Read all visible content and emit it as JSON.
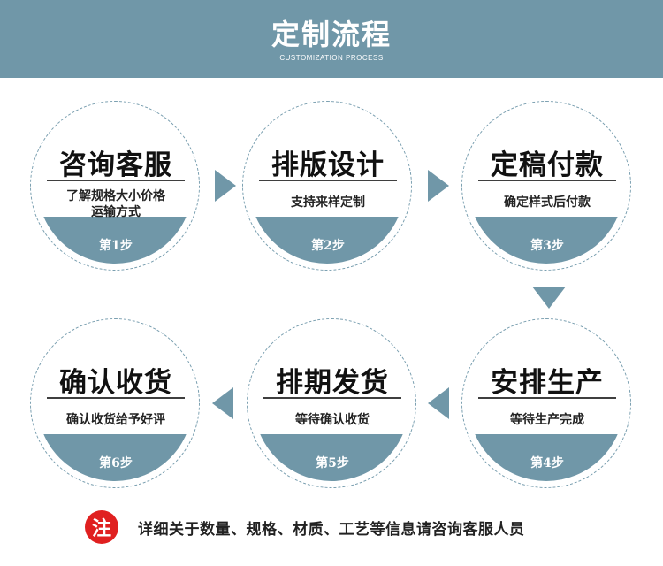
{
  "header": {
    "title": "定制流程",
    "subtitle": "CUSTOMIZATION PROCESS",
    "background_color": "#7097a8"
  },
  "steps": [
    {
      "title": "咨询客服",
      "description": [
        "了解规格大小价格",
        "运输方式"
      ],
      "label": "第1步"
    },
    {
      "title": "排版设计",
      "description": [
        "支持来样定制"
      ],
      "label": "第2步"
    },
    {
      "title": "定稿付款",
      "description": [
        "确定样式后付款"
      ],
      "label": "第3步"
    },
    {
      "title": "安排生产",
      "description": [
        "等待生产完成"
      ],
      "label": "第4步"
    },
    {
      "title": "排期发货",
      "description": [
        "等待确认收货"
      ],
      "label": "第5步"
    },
    {
      "title": "确认收货",
      "description": [
        "确认收货给予好评"
      ],
      "label": "第6步"
    }
  ],
  "arrows": [
    {
      "from": 1,
      "to": 2,
      "direction": "right"
    },
    {
      "from": 2,
      "to": 3,
      "direction": "right"
    },
    {
      "from": 3,
      "to": 4,
      "direction": "down"
    },
    {
      "from": 4,
      "to": 5,
      "direction": "left"
    },
    {
      "from": 5,
      "to": 6,
      "direction": "left"
    }
  ],
  "note": {
    "badge": "注",
    "badge_color": "#e02020",
    "text": "详细关于数量、规格、材质、工艺等信息请咨询客服人员"
  }
}
